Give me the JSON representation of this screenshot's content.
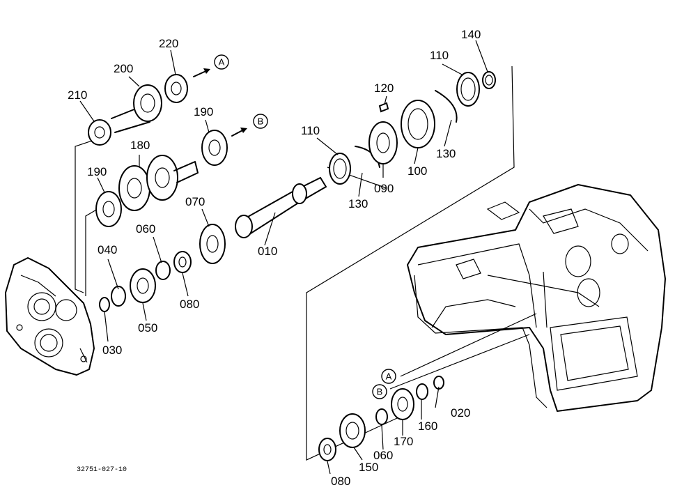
{
  "callouts": [
    "010",
    "020",
    "030",
    "040",
    "050",
    "060",
    "060",
    "070",
    "080",
    "080",
    "090",
    "100",
    "110",
    "110",
    "120",
    "130",
    "130",
    "140",
    "150",
    "160",
    "170",
    "180",
    "190",
    "190",
    "200",
    "210",
    "220"
  ],
  "references": [
    "A",
    "B",
    "A",
    "B"
  ],
  "drawing_code": "32751-027-10"
}
